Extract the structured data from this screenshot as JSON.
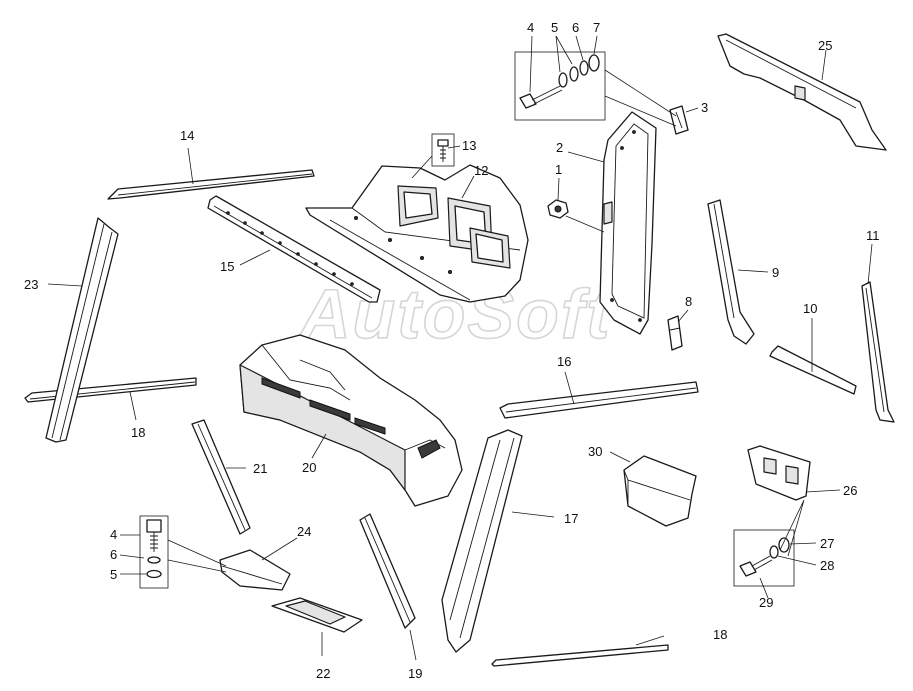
{
  "watermark": "AutoSoft",
  "callouts": {
    "c1": "1",
    "c2": "2",
    "c3": "3",
    "c4a": "4",
    "c5a": "5",
    "c6a": "6",
    "c7": "7",
    "c8": "8",
    "c9": "9",
    "c10": "10",
    "c11": "11",
    "c12": "12",
    "c13": "13",
    "c14": "14",
    "c15": "15",
    "c16": "16",
    "c17": "17",
    "c18a": "18",
    "c18b": "18",
    "c19": "19",
    "c20": "20",
    "c21": "21",
    "c22": "22",
    "c23": "23",
    "c24": "24",
    "c25": "25",
    "c26": "26",
    "c27": "27",
    "c28": "28",
    "c29": "29",
    "c30": "30",
    "c4b": "4",
    "c6b": "6",
    "c5b": "5"
  }
}
